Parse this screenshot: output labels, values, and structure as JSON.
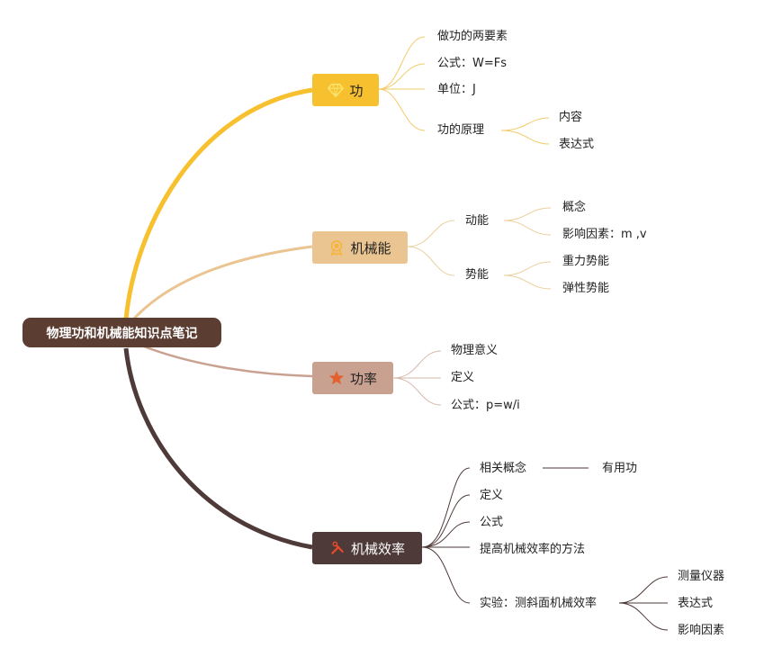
{
  "root": {
    "label": "物理功和机械能知识点笔记",
    "color": "#5b3d32"
  },
  "branches": [
    {
      "label": "功",
      "icon": "diamond-icon",
      "color": "#f7c02e",
      "text_color": "#222222",
      "children": [
        {
          "label": "做功的两要素"
        },
        {
          "label": "公式：W=Fs"
        },
        {
          "label": "单位：J"
        },
        {
          "label": "功的原理",
          "children": [
            {
              "label": "内容"
            },
            {
              "label": "表达式"
            }
          ]
        }
      ]
    },
    {
      "label": "机械能",
      "icon": "medal-icon",
      "color": "#eac491",
      "text_color": "#222222",
      "children": [
        {
          "label": "动能",
          "children": [
            {
              "label": "概念"
            },
            {
              "label": "影响因素：m ,v"
            }
          ]
        },
        {
          "label": "势能",
          "children": [
            {
              "label": "重力势能"
            },
            {
              "label": "弹性势能"
            }
          ]
        }
      ]
    },
    {
      "label": "功率",
      "icon": "star-icon",
      "color": "#c9a190",
      "text_color": "#222222",
      "children": [
        {
          "label": "物理意义"
        },
        {
          "label": "定义"
        },
        {
          "label": "公式：p=w/i"
        }
      ]
    },
    {
      "label": "机械效率",
      "icon": "tools-icon",
      "color": "#4e3a38",
      "text_color": "#ffffff",
      "children": [
        {
          "label": "相关概念",
          "children": [
            {
              "label": "有用功"
            }
          ]
        },
        {
          "label": "定义"
        },
        {
          "label": "公式"
        },
        {
          "label": "提高机械效率的方法"
        },
        {
          "label": "实验：测斜面机械效率",
          "children": [
            {
              "label": "测量仪器"
            },
            {
              "label": "表达式"
            },
            {
              "label": "影响因素"
            }
          ]
        }
      ]
    }
  ]
}
